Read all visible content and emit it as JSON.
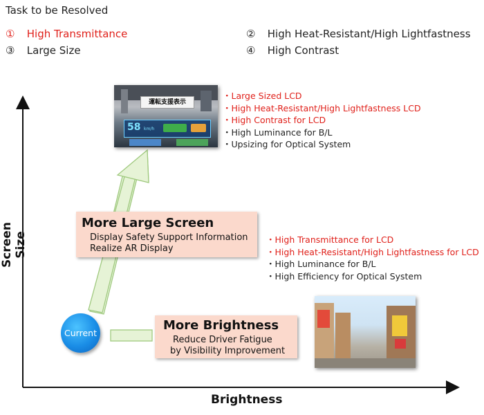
{
  "header": {
    "title": "Task to be Resolved",
    "tasks": [
      {
        "num": "①",
        "label": "High Transmittance",
        "color": "#e0201a"
      },
      {
        "num": "②",
        "label": "High Heat-Resistant/High Lightfastness",
        "color": "#222222"
      },
      {
        "num": "③",
        "label": "Large Size",
        "color": "#222222"
      },
      {
        "num": "④",
        "label": "High Contrast",
        "color": "#222222"
      }
    ]
  },
  "axes": {
    "y_label": "Screen Size",
    "x_label": "Brightness"
  },
  "current": {
    "label": "Current"
  },
  "large_screen": {
    "heading": "More Large Screen",
    "lines": [
      "Display Safety Support Information",
      "Realize AR Display"
    ],
    "image_caption": "運転支援表示",
    "speed": "58",
    "speed_unit": "km/h",
    "bullets": [
      {
        "text": "Large Sized LCD",
        "color": "#e0201a"
      },
      {
        "text": "High Heat-Resistant/High Lightfastness LCD",
        "color": "#e0201a"
      },
      {
        "text": "High Contrast for LCD",
        "color": "#e0201a"
      },
      {
        "text": "High Luminance for B/L",
        "color": "#222222"
      },
      {
        "text": "Upsizing for Optical System",
        "color": "#222222"
      }
    ]
  },
  "brightness": {
    "heading": "More Brightness",
    "lines": [
      "Reduce Driver Fatigue",
      "by Visibility Improvement"
    ],
    "bullets": [
      {
        "text": "High Transmittance for LCD",
        "color": "#e0201a"
      },
      {
        "text": "High Heat-Resistant/High Lightfastness for LCD",
        "color": "#e0201a"
      },
      {
        "text": "High Luminance for B/L",
        "color": "#222222"
      },
      {
        "text": "High Efficiency for Optical System",
        "color": "#222222"
      }
    ]
  },
  "colors": {
    "accent_red": "#e0201a",
    "box_fill": "#fbd9cc",
    "arrow_fill": "#e6f3d6",
    "arrow_stroke": "#9fc97e",
    "current_blue": "#1a8de6"
  }
}
